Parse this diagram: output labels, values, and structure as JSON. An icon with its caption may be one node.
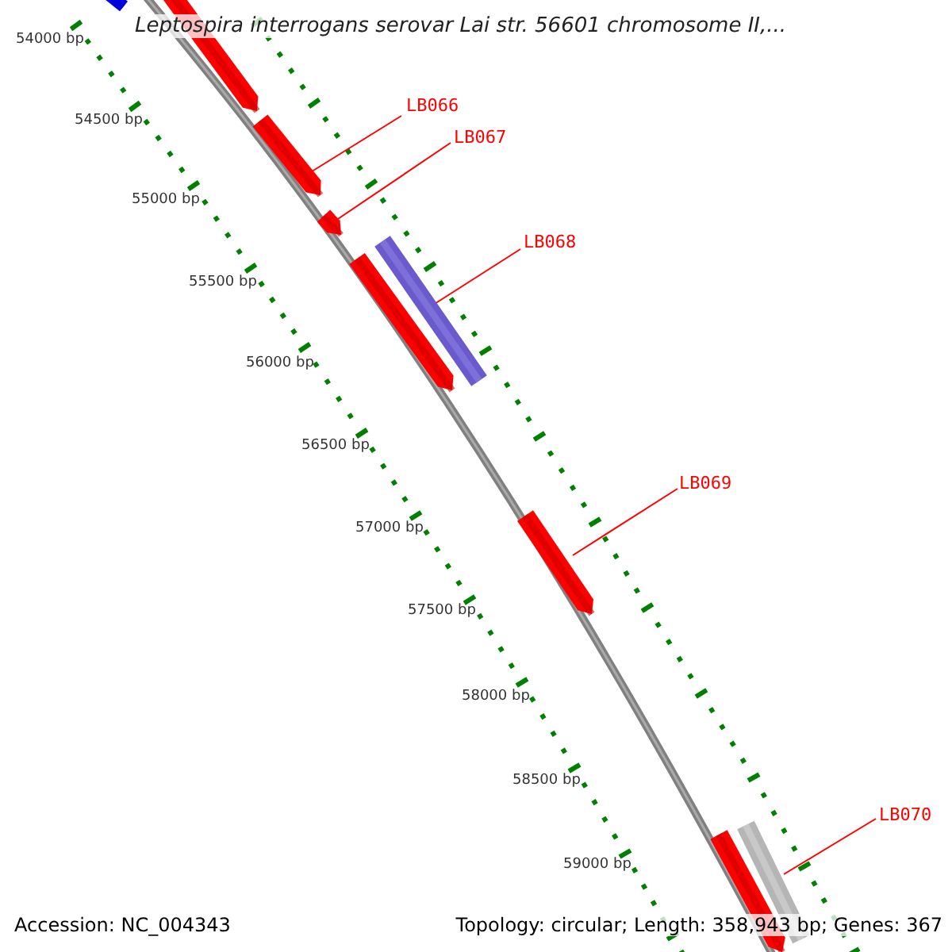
{
  "diagram": {
    "title": "Leptospira interrogans serovar Lai str. 56601 chromosome II,...",
    "nodes": [
      {
        "text": [
          "LB066"
        ]
      },
      {
        "text": [],
        "shape": "bar"
      },
      {
        "text": [
          "LB067"
        ]
      },
      {
        "text": [],
        "shape": "bar"
      },
      {
        "text": [
          "LB068"
        ]
      },
      {
        "text": [],
        "shape": "bar"
      },
      {
        "text": [
          "LB069"
        ]
      },
      {
        "text": [],
        "shape": "bar"
      },
      {
        "text": [
          "LB070"
        ]
      },
      {
        "text": [],
        "shape": "bar"
      }
    ],
    "edges": [
      {
        "from": 0,
        "to": 1,
        "arrow": "none",
        "color": "#ff0000"
      },
      {
        "from": 2,
        "to": 3,
        "arrow": "none",
        "color": "#ff0000"
      },
      {
        "from": 4,
        "to": 5,
        "arrow": "none",
        "color": "#ff0000"
      },
      {
        "from": 6,
        "to": 7,
        "arrow": "none",
        "color": "#ff0000"
      },
      {
        "from": 8,
        "to": 9,
        "arrow": "none",
        "color": "#ff0000"
      }
    ],
    "labels": [
      "54000 bp",
      "54500 bp",
      "55000 bp",
      "55500 bp",
      "56000 bp",
      "56500 bp",
      "57000 bp",
      "57500 bp",
      "58000 bp",
      "58500 bp",
      "59000 bp",
      "Accession: NC_004343",
      "Topology: circular; Length: 358,943 bp; Genes: 367"
    ]
  }
}
